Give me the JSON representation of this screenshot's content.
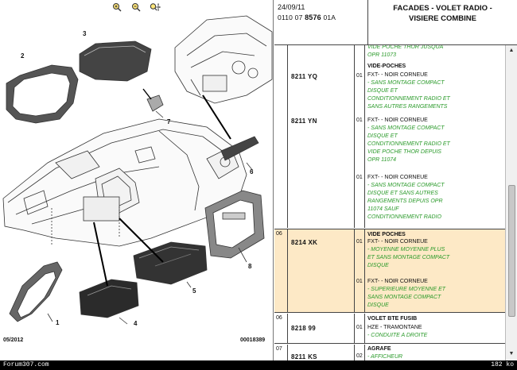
{
  "toolbar": {
    "icons": [
      "zoom-in-icon",
      "zoom-out-icon",
      "pan-icon"
    ]
  },
  "diagram": {
    "callouts": [
      "1",
      "2",
      "3",
      "4",
      "5",
      "6",
      "7",
      "8"
    ],
    "footer_date": "05/2012",
    "footer_code": "00018389"
  },
  "header": {
    "date": "24/09/11",
    "ref_prefix": "0110 07",
    "ref_main": "8576",
    "ref_suffix": "01A",
    "title_line1": "FACADES - VOLET RADIO -",
    "title_line2": "VISIERE COMBINE"
  },
  "rows": [
    {
      "section": "",
      "lines": [
        "VIDE POCHE THOR JUSQUA",
        "OPR 11073"
      ]
    },
    {
      "section": "",
      "title": "VIDE-POCHES",
      "ref": "8211 YQ",
      "qty": "01",
      "lines": [
        "FXT- - NOIR CORNEUE",
        "- SANS MONTAGE COMPACT",
        "DISQUE ET",
        "CONDITIONNEMENT RADIO ET",
        "SANS AUTRES RANGEMENTS"
      ]
    },
    {
      "section": "",
      "ref": "8211 YN",
      "qty": "01",
      "lines": [
        "FXT- - NOIR CORNEUE",
        "- SANS MONTAGE COMPACT",
        "DISQUE ET",
        "CONDITIONNEMENT RADIO ET",
        "VIDE POCHE THOR DEPUIS",
        "OPR 11074"
      ]
    },
    {
      "section": "",
      "ref": "",
      "qty": "01",
      "lines": [
        "FXT- - NOIR CORNEUE",
        "- SANS MONTAGE COMPACT",
        "DISQUE ET SANS AUTRES",
        "RANGEMENTS DEPUIS OPR",
        "11074 SAUF",
        "CONDITIONNEMENT RADIO"
      ]
    },
    {
      "section": "06",
      "title": "VIDE POCHES",
      "ref": "8214 XK",
      "qty": "01",
      "lines": [
        "FXT- - NOIR CORNEUE",
        "- MOYENNE MOYENNE PLUS",
        "ET SANS MONTAGE COMPACT",
        "DISQUE"
      ]
    },
    {
      "section": "",
      "ref": "",
      "qty": "01",
      "lines": [
        "FXT- - NOIR CORNEUE",
        "- SUPERIEURE MOYENNE ET",
        "SANS MONTAGE COMPACT",
        "DISQUE"
      ]
    },
    {
      "section": "06",
      "title": "VOLET BTE FUSIB",
      "ref": "8218 99",
      "qty": "01",
      "lines": [
        "HZE - TRAMONTANE",
        "- CONDUITE A DROITE"
      ]
    },
    {
      "section": "07",
      "title": "AGRAFE",
      "ref": "8211 KS",
      "qty": "02",
      "lines": [
        "- AFFICHEUR"
      ]
    }
  ],
  "scrollbar": {
    "up_icon": "arrow-up-icon",
    "down_icon": "arrow-down-icon"
  },
  "status": {
    "site": "Forum307.com",
    "size": "182 ko"
  },
  "colors": {
    "highlight": "#fde9c6",
    "green_text": "#2a9a2a",
    "status_bg": "#000000"
  }
}
